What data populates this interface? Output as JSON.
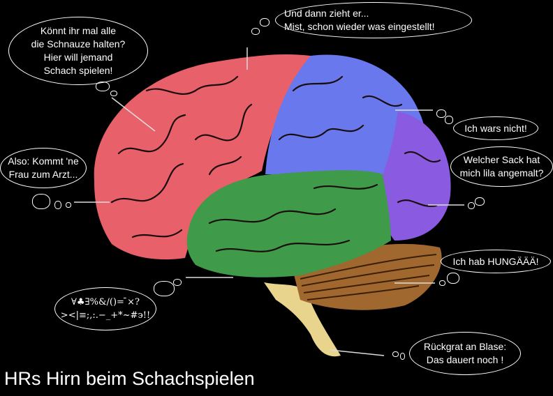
{
  "title": "HRs Hirn beim Schachspielen",
  "bubbles": {
    "frontal": {
      "lines": [
        "Könnt ihr mal alle",
        "die Schnauze halten?",
        "Hier will jemand",
        "Schach spielen!"
      ]
    },
    "top": {
      "lines": [
        "Und dann zieht er...",
        "Mist, schon wieder was eingestellt!"
      ]
    },
    "left": {
      "lines": [
        "Also: Kommt 'ne",
        "Frau zum Arzt..."
      ]
    },
    "temporal": {
      "lines": [
        "∀♣∃%&/()= ̄×?",
        "><|≡;,:.−_+*~#϶!!"
      ]
    },
    "parietal": {
      "lines": [
        "Ich wars nicht!"
      ]
    },
    "occipital": {
      "lines": [
        "Welcher Sack hat",
        "mich lila angemalt?"
      ]
    },
    "cerebellum": {
      "lines": [
        "Ich hab HUNGÄÄÄ!"
      ]
    },
    "brainstem": {
      "lines": [
        "Rückgrat an Blase:",
        "Das dauert noch !"
      ]
    }
  },
  "regions": {
    "frontal": {
      "color": "#e8606a"
    },
    "parietal": {
      "color": "#6a78ee"
    },
    "occipital": {
      "color": "#8a5ae0"
    },
    "temporal": {
      "color": "#3f9a4a"
    },
    "cerebellum": {
      "color": "#a0672f"
    },
    "brainstem": {
      "color": "#e9d48e"
    }
  }
}
